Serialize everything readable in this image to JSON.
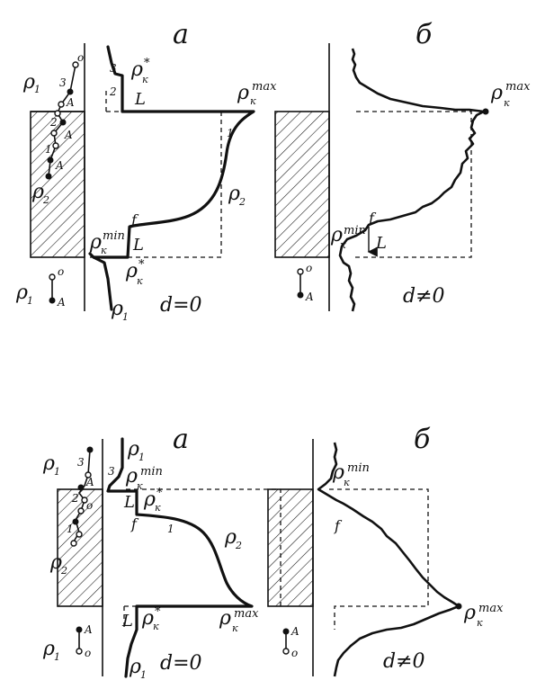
{
  "top_figure": {
    "panel_a": {
      "letter": "a",
      "rho": "ρ",
      "sup_max": "max",
      "sup_min": "min",
      "sup_star": "*",
      "sub_k": "к",
      "sub_1": "1",
      "sub_2": "2",
      "label_L": "L",
      "label_f": "f",
      "num_1": "1",
      "num_2": "2",
      "num_3": "3",
      "caption": "d=0",
      "site_o": "o",
      "site_A": "A"
    },
    "panel_b": {
      "letter": "б",
      "label_L": "L",
      "label_f": "f",
      "caption": "d≠0",
      "site_o": "o",
      "site_A": "A"
    }
  },
  "bottom_figure": {
    "panel_a": {
      "letter": "a",
      "label_L": "L",
      "label_f": "f",
      "num_1": "1",
      "num_2": "2",
      "num_3": "3",
      "caption": "d=0",
      "site_o": "o",
      "site_A": "A"
    },
    "panel_b": {
      "letter": "б",
      "label_f": "f",
      "caption": "d≠0",
      "site_o": "o",
      "site_A": "A"
    }
  }
}
